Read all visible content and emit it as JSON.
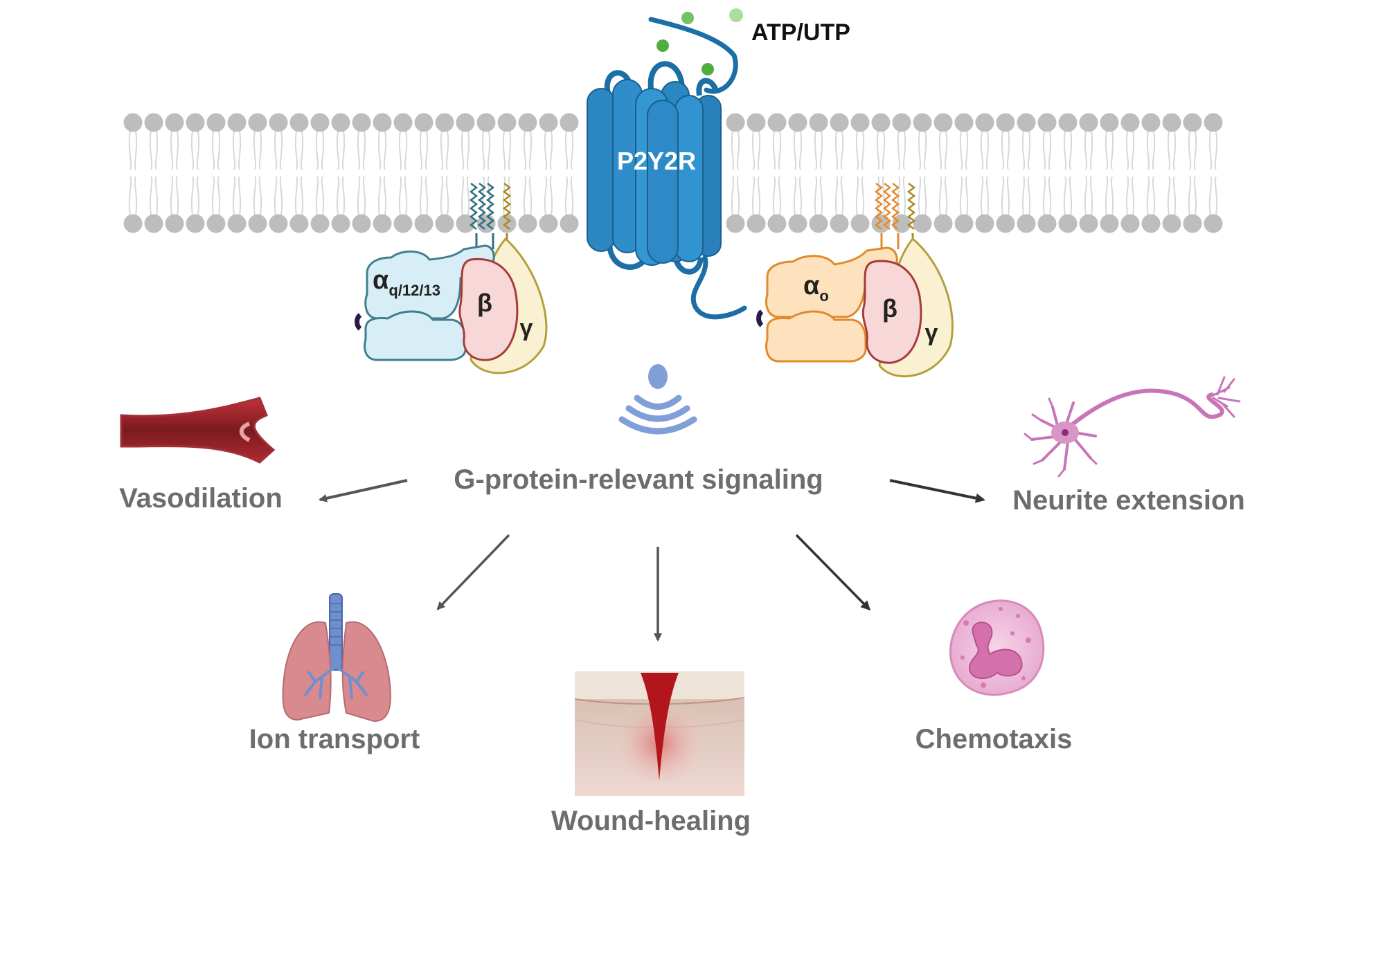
{
  "ligand": {
    "label": "ATP/UTP"
  },
  "receptor": {
    "label": "P2Y2R"
  },
  "g_protein_left": {
    "alpha": "α",
    "alpha_sub": "q/12/13",
    "beta": "β",
    "gamma": "γ"
  },
  "g_protein_right": {
    "alpha": "α",
    "alpha_sub": "o",
    "beta": "β",
    "gamma": "γ"
  },
  "center_label": "G-protein-relevant signaling",
  "outcomes": {
    "vasodilation": "Vasodilation",
    "neurite_extension": "Neurite extension",
    "ion_transport": "Ion transport",
    "wound_healing": "Wound-healing",
    "chemotaxis": "Chemotaxis"
  },
  "colors": {
    "receptor": "#2c86c1",
    "receptor_dark": "#1b6ea6",
    "alpha_left": "#d8eef6",
    "alpha_right": "#fde2bd",
    "beta": "#f7d7d7",
    "gamma": "#f9f1d2",
    "membrane": "#bdbdbd",
    "ligand": "#5ab54a",
    "text_gray": "#6d6d6d",
    "arrow": "#555555"
  }
}
